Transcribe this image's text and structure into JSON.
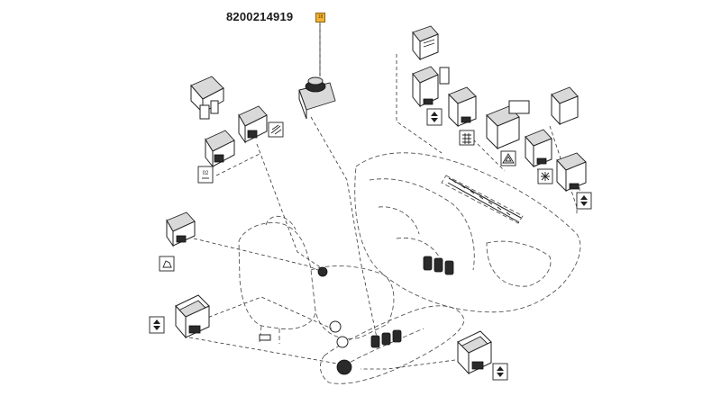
{
  "diagram": {
    "part_number": "8200214919",
    "callout_number": "18",
    "badge_color": "#f2b134",
    "symbols": {
      "heated_seat_label": "02"
    }
  }
}
